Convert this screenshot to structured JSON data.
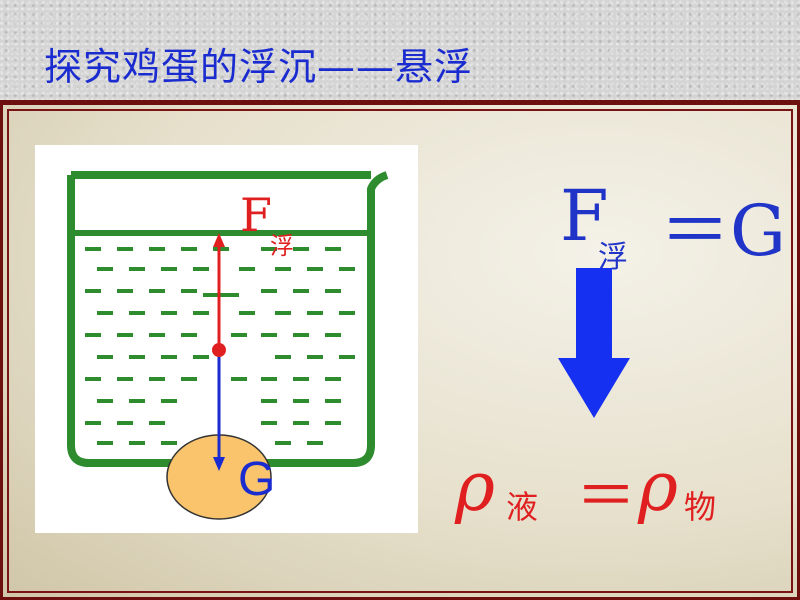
{
  "slide": {
    "title": "探究鸡蛋的浮沉——悬浮"
  },
  "diagram": {
    "buoyancy_label": "F",
    "buoyancy_sub": "浮",
    "gravity_label": "G"
  },
  "equations": {
    "force_F": "F",
    "force_sub": "浮",
    "force_rest": "＝G",
    "rho_left": "ρ",
    "rho_left_sub": "液",
    "equals": "＝",
    "rho_right": "ρ",
    "rho_right_sub": "物"
  },
  "colors": {
    "title": "#1a2bd0",
    "force_red": "#e02020",
    "gravity_blue": "#1a2bd0",
    "beaker_green": "#2e8b2e",
    "egg_fill": "#f9c46b",
    "frame": "#6e0f0f"
  },
  "icons": {
    "down_arrow": "down-arrow-icon"
  }
}
